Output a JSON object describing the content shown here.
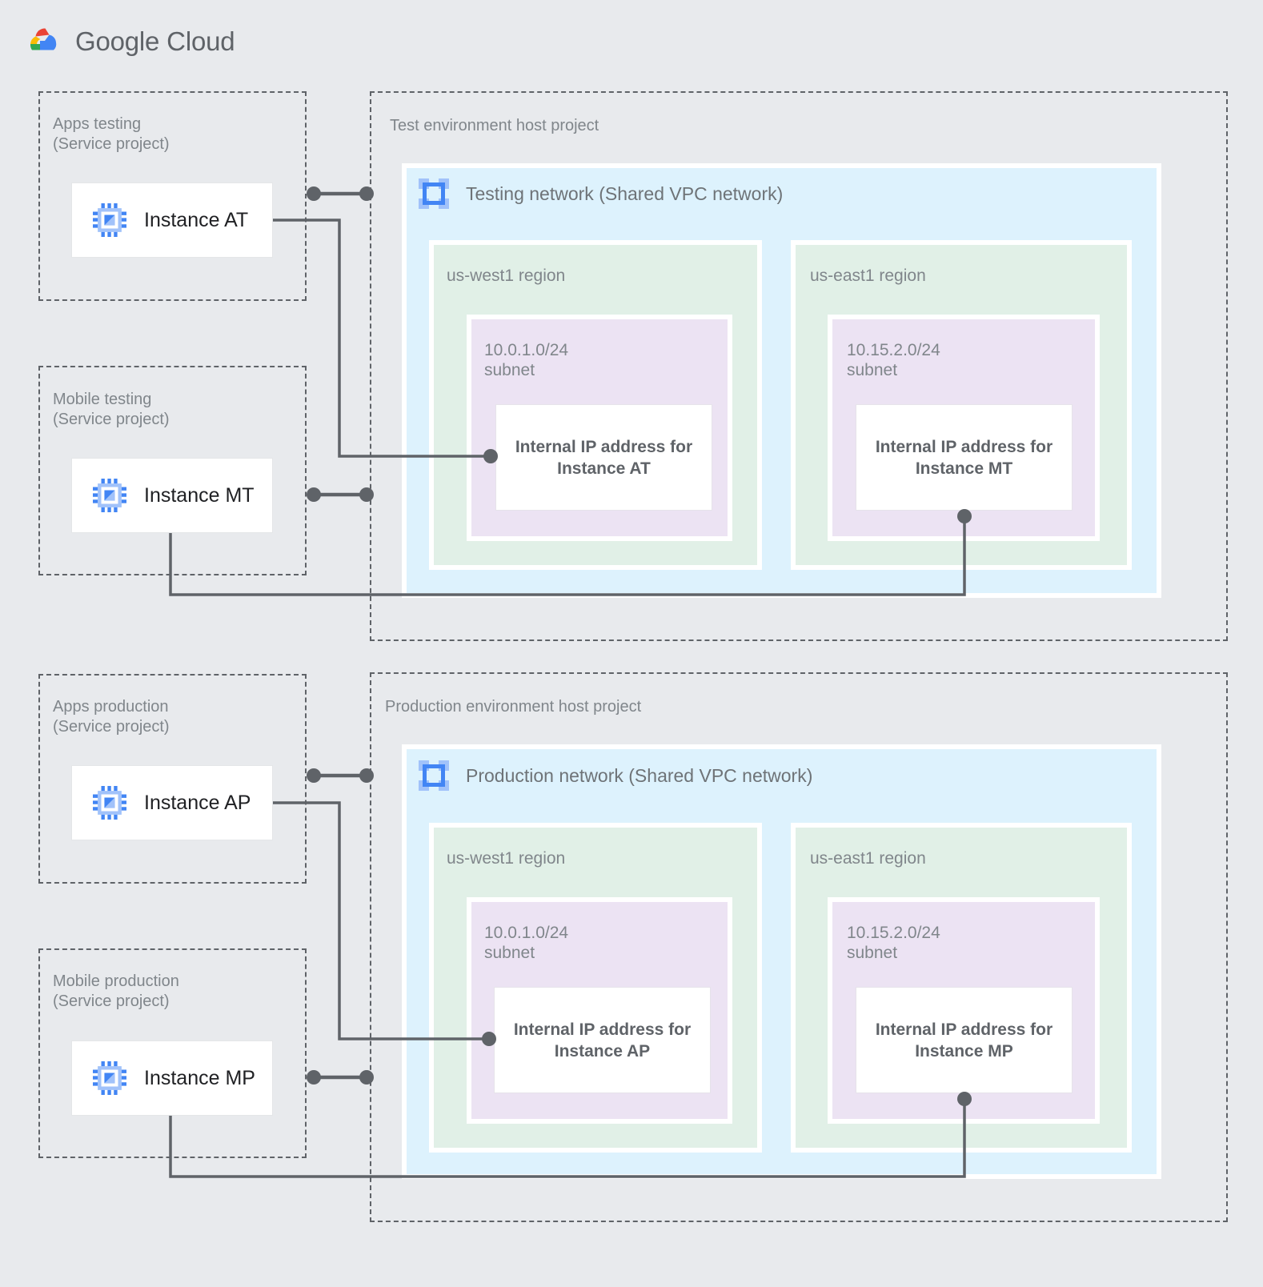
{
  "brand": {
    "name_bold": "Google",
    "name_light": " Cloud",
    "logo_icon": "google-cloud-logo"
  },
  "colors": {
    "page_background": "#e8eaed",
    "vpc_panel": "#ddf2fd",
    "region_panel": "#e1f0e7",
    "subnet_panel": "#ece3f3",
    "card_background": "#ffffff",
    "dashed_border": "#5f6368",
    "connector": "#5f6368",
    "label_text": "#80868b",
    "vm_text": "#202124",
    "ip_text": "#5f6368",
    "icon_blue": "#4285f4",
    "icon_blue_light": "#a1c2fa"
  },
  "environments": [
    {
      "id": "test",
      "host_project": {
        "title": "Test environment host project",
        "network": {
          "name": "Testing network (Shared VPC network)",
          "icon": "vpc-network-icon",
          "regions": [
            {
              "name": "us-west1 region",
              "subnet": {
                "cidr_label": "10.0.1.0/24\nsubnet",
                "ip_box": "Internal IP address for\nInstance AT"
              }
            },
            {
              "name": "us-east1 region",
              "subnet": {
                "cidr_label": "10.15.2.0/24\nsubnet",
                "ip_box": "Internal IP address for\nInstance MT"
              }
            }
          ]
        }
      },
      "service_projects": [
        {
          "title": "Apps testing\n(Service project)",
          "instance": {
            "label": "Instance AT",
            "icon": "compute-instance-icon"
          }
        },
        {
          "title": "Mobile testing\n(Service project)",
          "instance": {
            "label": "Instance MT",
            "icon": "compute-instance-icon"
          }
        }
      ]
    },
    {
      "id": "production",
      "host_project": {
        "title": "Production environment host project",
        "network": {
          "name": "Production network (Shared VPC network)",
          "icon": "vpc-network-icon",
          "regions": [
            {
              "name": "us-west1 region",
              "subnet": {
                "cidr_label": "10.0.1.0/24\nsubnet",
                "ip_box": "Internal IP address for\nInstance AP"
              }
            },
            {
              "name": "us-east1 region",
              "subnet": {
                "cidr_label": "10.15.2.0/24\nsubnet",
                "ip_box": "Internal IP address for\nInstance MP"
              }
            }
          ]
        }
      },
      "service_projects": [
        {
          "title": "Apps production\n(Service project)",
          "instance": {
            "label": "Instance AP",
            "icon": "compute-instance-icon"
          }
        },
        {
          "title": "Mobile production\n(Service project)",
          "instance": {
            "label": "Instance MP",
            "icon": "compute-instance-icon"
          }
        }
      ]
    }
  ]
}
